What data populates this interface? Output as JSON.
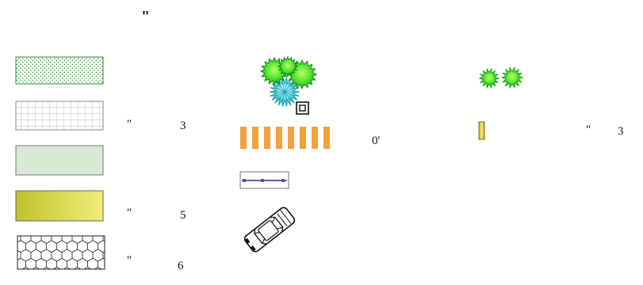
{
  "labels": {
    "top_mark": "\"",
    "grid_mark": "\"",
    "grid_value": "3",
    "gradient_mark": "\"",
    "gradient_value": "5",
    "hex_mark": "\"",
    "hex_value": "6",
    "bars_value": "0'",
    "post_mark": "\"",
    "post_value": "3"
  },
  "symbols": [
    {
      "icon": "green-dotted-hatch-icon"
    },
    {
      "icon": "light-grid-hatch-icon"
    },
    {
      "icon": "light-green-fill-icon"
    },
    {
      "icon": "yellow-gradient-fill-icon"
    },
    {
      "icon": "hexagon-hatch-icon"
    },
    {
      "icon": "tree-cluster-icon"
    },
    {
      "icon": "double-square-icon"
    },
    {
      "icon": "orange-bars-icon"
    },
    {
      "icon": "fence-line-icon"
    },
    {
      "icon": "car-icon"
    },
    {
      "icon": "shrub-pair-icon"
    },
    {
      "icon": "yellow-post-icon"
    }
  ],
  "colors": {
    "dot_green": "#2a9a2a",
    "grid_gray": "#bbbbbb",
    "light_green": "#d6ead4",
    "yellow_dark": "#c2c22a",
    "yellow_light": "#eeee7a",
    "tree_green": "#1fbf1f",
    "tree_light": "#8cff4a",
    "plant_cyan": "#4fd6e6",
    "bar_orange": "#f2a23a",
    "line_blue": "#203080",
    "marker_purple": "#6a3fc8",
    "post_yellow": "#e6df4e"
  }
}
